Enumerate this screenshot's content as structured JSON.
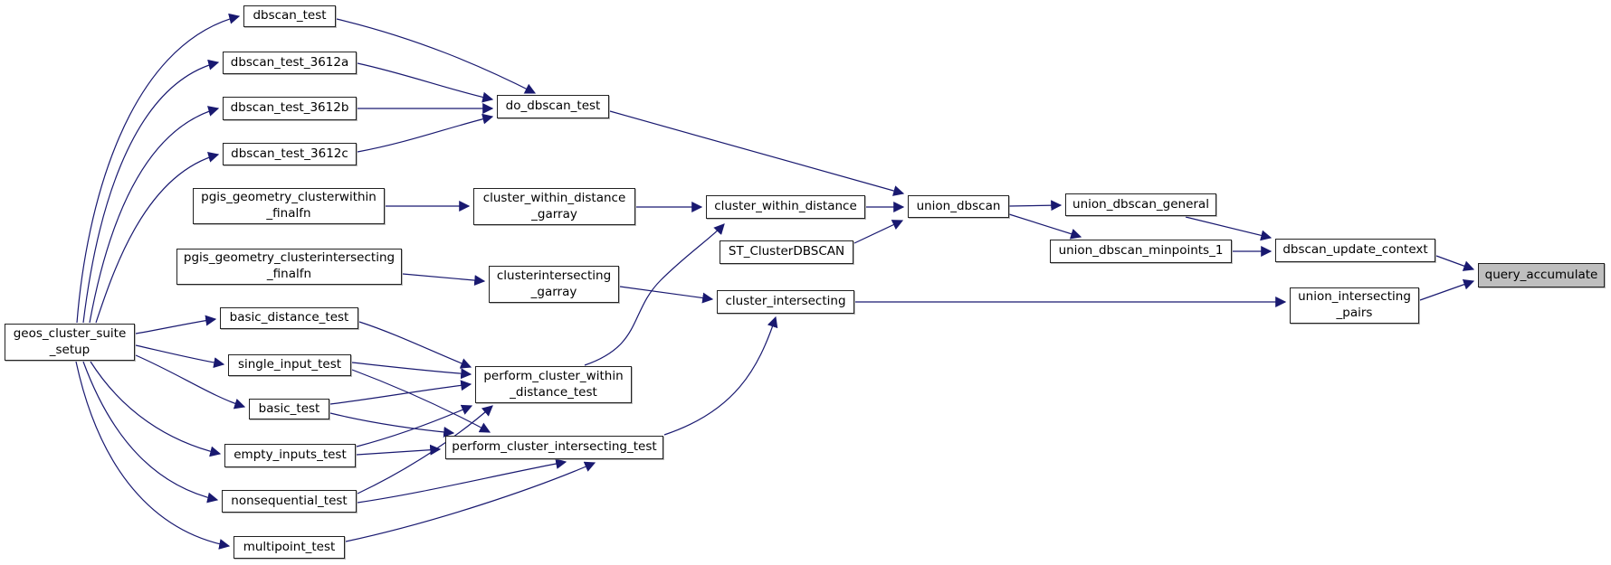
{
  "diagram": {
    "type": "call-graph",
    "highlighted_node": "query_accumulate",
    "colors": {
      "edge": "#191970",
      "node_border": "#222222",
      "node_fill": "#ffffff",
      "highlight_fill": "#bfbfbf"
    }
  },
  "nodes": {
    "dbscan_test": {
      "label": "dbscan_test"
    },
    "dbscan_test_3612a": {
      "label": "dbscan_test_3612a"
    },
    "dbscan_test_3612b": {
      "label": "dbscan_test_3612b"
    },
    "dbscan_test_3612c": {
      "label": "dbscan_test_3612c"
    },
    "do_dbscan_test": {
      "label": "do_dbscan_test"
    },
    "pgis_geometry_clusterwithin_finalfn": {
      "label": "pgis_geometry_clusterwithin\n_finalfn"
    },
    "cluster_within_distance_garray": {
      "label": "cluster_within_distance\n_garray"
    },
    "cluster_within_distance": {
      "label": "cluster_within_distance"
    },
    "pgis_geometry_clusterintersecting_finalfn": {
      "label": "pgis_geometry_clusterintersecting\n_finalfn"
    },
    "clusterintersecting_garray": {
      "label": "clusterintersecting\n_garray"
    },
    "ST_ClusterDBSCAN": {
      "label": "ST_ClusterDBSCAN"
    },
    "cluster_intersecting": {
      "label": "cluster_intersecting"
    },
    "union_dbscan": {
      "label": "union_dbscan"
    },
    "union_dbscan_general": {
      "label": "union_dbscan_general"
    },
    "union_dbscan_minpoints_1": {
      "label": "union_dbscan_minpoints_1"
    },
    "dbscan_update_context": {
      "label": "dbscan_update_context"
    },
    "union_intersecting_pairs": {
      "label": "union_intersecting\n_pairs"
    },
    "query_accumulate": {
      "label": "query_accumulate"
    },
    "geos_cluster_suite_setup": {
      "label": "geos_cluster_suite\n_setup"
    },
    "basic_distance_test": {
      "label": "basic_distance_test"
    },
    "single_input_test": {
      "label": "single_input_test"
    },
    "basic_test": {
      "label": "basic_test"
    },
    "empty_inputs_test": {
      "label": "empty_inputs_test"
    },
    "nonsequential_test": {
      "label": "nonsequential_test"
    },
    "multipoint_test": {
      "label": "multipoint_test"
    },
    "perform_cluster_within_distance_test": {
      "label": "perform_cluster_within\n_distance_test"
    },
    "perform_cluster_intersecting_test": {
      "label": "perform_cluster_intersecting_test"
    }
  },
  "edges": [
    {
      "from": "geos_cluster_suite_setup",
      "to": "dbscan_test"
    },
    {
      "from": "geos_cluster_suite_setup",
      "to": "dbscan_test_3612a"
    },
    {
      "from": "geos_cluster_suite_setup",
      "to": "dbscan_test_3612b"
    },
    {
      "from": "geos_cluster_suite_setup",
      "to": "dbscan_test_3612c"
    },
    {
      "from": "geos_cluster_suite_setup",
      "to": "basic_distance_test"
    },
    {
      "from": "geos_cluster_suite_setup",
      "to": "single_input_test"
    },
    {
      "from": "geos_cluster_suite_setup",
      "to": "basic_test"
    },
    {
      "from": "geos_cluster_suite_setup",
      "to": "empty_inputs_test"
    },
    {
      "from": "geos_cluster_suite_setup",
      "to": "nonsequential_test"
    },
    {
      "from": "geos_cluster_suite_setup",
      "to": "multipoint_test"
    },
    {
      "from": "dbscan_test",
      "to": "do_dbscan_test"
    },
    {
      "from": "dbscan_test_3612a",
      "to": "do_dbscan_test"
    },
    {
      "from": "dbscan_test_3612b",
      "to": "do_dbscan_test"
    },
    {
      "from": "dbscan_test_3612c",
      "to": "do_dbscan_test"
    },
    {
      "from": "do_dbscan_test",
      "to": "union_dbscan"
    },
    {
      "from": "pgis_geometry_clusterwithin_finalfn",
      "to": "cluster_within_distance_garray"
    },
    {
      "from": "cluster_within_distance_garray",
      "to": "cluster_within_distance"
    },
    {
      "from": "pgis_geometry_clusterintersecting_finalfn",
      "to": "clusterintersecting_garray"
    },
    {
      "from": "clusterintersecting_garray",
      "to": "cluster_intersecting"
    },
    {
      "from": "cluster_within_distance",
      "to": "union_dbscan"
    },
    {
      "from": "ST_ClusterDBSCAN",
      "to": "union_dbscan"
    },
    {
      "from": "union_dbscan",
      "to": "union_dbscan_general"
    },
    {
      "from": "union_dbscan",
      "to": "union_dbscan_minpoints_1"
    },
    {
      "from": "union_dbscan_general",
      "to": "dbscan_update_context"
    },
    {
      "from": "union_dbscan_minpoints_1",
      "to": "dbscan_update_context"
    },
    {
      "from": "dbscan_update_context",
      "to": "query_accumulate"
    },
    {
      "from": "union_intersecting_pairs",
      "to": "query_accumulate"
    },
    {
      "from": "cluster_intersecting",
      "to": "union_intersecting_pairs"
    },
    {
      "from": "perform_cluster_within_distance_test",
      "to": "cluster_within_distance"
    },
    {
      "from": "perform_cluster_intersecting_test",
      "to": "cluster_intersecting"
    },
    {
      "from": "basic_distance_test",
      "to": "perform_cluster_within_distance_test"
    },
    {
      "from": "single_input_test",
      "to": "perform_cluster_within_distance_test"
    },
    {
      "from": "single_input_test",
      "to": "perform_cluster_intersecting_test"
    },
    {
      "from": "basic_test",
      "to": "perform_cluster_within_distance_test"
    },
    {
      "from": "basic_test",
      "to": "perform_cluster_intersecting_test"
    },
    {
      "from": "empty_inputs_test",
      "to": "perform_cluster_within_distance_test"
    },
    {
      "from": "empty_inputs_test",
      "to": "perform_cluster_intersecting_test"
    },
    {
      "from": "nonsequential_test",
      "to": "perform_cluster_within_distance_test"
    },
    {
      "from": "nonsequential_test",
      "to": "perform_cluster_intersecting_test"
    },
    {
      "from": "multipoint_test",
      "to": "perform_cluster_intersecting_test"
    }
  ]
}
